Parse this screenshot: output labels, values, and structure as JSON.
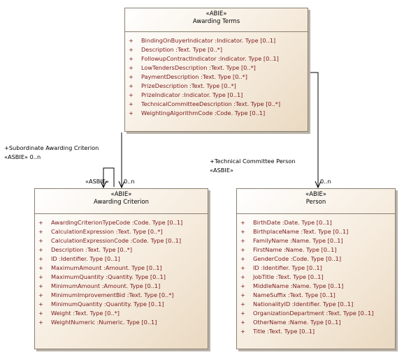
{
  "classes": {
    "awarding_terms": {
      "stereotype": "«ABIE»",
      "name": "Awarding Terms",
      "attributes": [
        "BindingOnBuyerIndicator  :Indicator. Type [0..1]",
        "Description  :Text. Type [0..*]",
        "FollowupContractIndicator  :Indicator. Type [0..1]",
        "LowTendersDescription  :Text. Type [0..*]",
        "PaymentDescription  :Text. Type [0..*]",
        "PrizeDescription  :Text. Type [0..*]",
        "PrizeIndicator  :Indicator. Type [0..1]",
        "TechnicalCommitteeDescription  :Text. Type [0..*]",
        "WeightingAlgorithmCode  :Code. Type [0..1]"
      ]
    },
    "awarding_criterion": {
      "stereotype": "«ABIE»",
      "name": "Awarding Criterion",
      "attributes": [
        "AwardingCriterionTypeCode  :Code. Type [0..1]",
        "CalculationExpression  :Text. Type [0..*]",
        "CalculationExpressionCode  :Code. Type [0..1]",
        "Description  :Text. Type [0..*]",
        "ID  :Identifier. Type [0..1]",
        "MaximumAmount  :Amount. Type [0..1]",
        "MaximumQuantity  :Quantity. Type [0..1]",
        "MinimumAmount  :Amount. Type [0..1]",
        "MinimumImprovementBid  :Text. Type [0..*]",
        "MinimumQuantity  :Quantity. Type [0..1]",
        "Weight  :Text. Type [0..*]",
        "WeightNumeric  :Numeric. Type [0..1]"
      ]
    },
    "person": {
      "stereotype": "«ABIE»",
      "name": "Person",
      "attributes": [
        "BirthDate  :Date. Type [0..1]",
        "BirthplaceName  :Text. Type [0..1]",
        "FamilyName  :Name. Type [0..1]",
        "FirstName  :Name. Type [0..1]",
        "GenderCode  :Code. Type [0..1]",
        "ID  :Identifier. Type [0..1]",
        "JobTitle  :Text. Type [0..1]",
        "MiddleName  :Name. Type [0..1]",
        "NameSuffix  :Text. Type [0..1]",
        "NationalityID  :Identifier. Type [0..1]",
        "OrganizationDepartment  :Text. Type [0..1]",
        "OtherName  :Name. Type [0..1]",
        "Title  :Text. Type [0..1]"
      ]
    }
  },
  "connectors": {
    "subordinate": {
      "role": "+Subordinate Awarding Criterion",
      "stereo_mult": "«ASBIE» 0..n",
      "near_label": "«ASBIE»",
      "multiplicity": "0..n"
    },
    "technical": {
      "role": "+Technical Committee Person",
      "stereo": "«ASBIE»",
      "multiplicity": "0..n"
    }
  },
  "attr_marker": "+"
}
